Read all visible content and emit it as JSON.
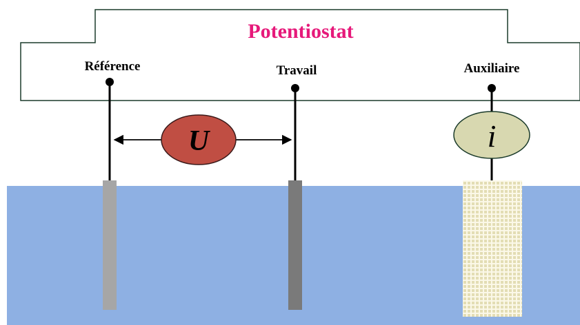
{
  "title": "Potentiostat",
  "electrodes": {
    "reference": "Référence",
    "working": "Travail",
    "auxiliary": "Auxiliaire"
  },
  "potential_symbol": "U",
  "current_symbol": "i",
  "colors": {
    "title": "#e6197a",
    "electrolyte": "#8eb0e3",
    "potential_ellipse": "#c04e43",
    "current_ellipse": "#d8d8b0",
    "reference_electrode": "#a6a6a6",
    "working_electrode": "#7a7a7a",
    "counter_electrode_mesh": "#e9e4bf"
  }
}
